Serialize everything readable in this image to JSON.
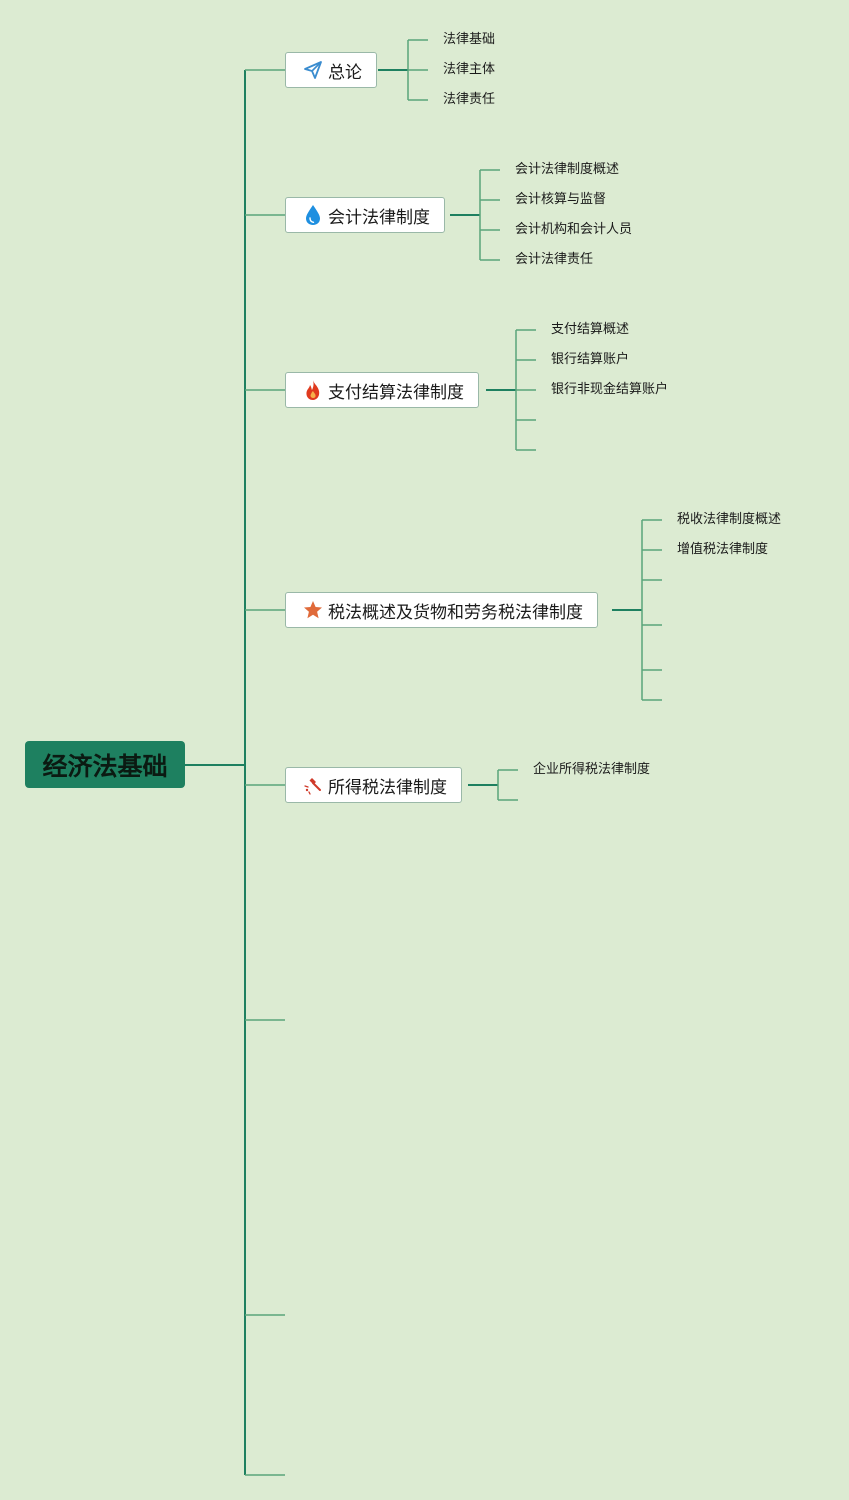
{
  "root": {
    "label": "经济法基础"
  },
  "colors": {
    "background": "#dcebd2",
    "root_fill": "#1e8060",
    "main_line": "#1e8060",
    "branch_line": "#5aa57a",
    "send_icon": "#3a8ccf",
    "drop_icon": "#1e8fe0",
    "fire_icon": "#e03a1e",
    "star_icon": "#e06a3a",
    "hammer_icon": "#d03a2a"
  },
  "topics": [
    {
      "label": "总论",
      "icon": "paper-plane-icon",
      "children": [
        "法律基础",
        "法律主体",
        "法律责任"
      ]
    },
    {
      "label": "会计法律制度",
      "icon": "water-drop-icon",
      "children": [
        "会计法律制度概述",
        "会计核算与监督",
        "会计机构和会计人员",
        "会计法律责任"
      ]
    },
    {
      "label": "支付结算法律制度",
      "icon": "fire-icon",
      "children": [
        "支付结算概述",
        "银行结算账户",
        "银行非现金结算账户",
        "",
        ""
      ]
    },
    {
      "label": "税法概述及货物和劳务税法律制度",
      "icon": "star-icon",
      "children": [
        "税收法律制度概述",
        "增值税法律制度",
        "",
        "",
        "",
        ""
      ]
    },
    {
      "label": "所得税法律制度",
      "icon": "hammer-icon",
      "children": [
        "企业所得税法律制度",
        ""
      ]
    },
    {
      "label": "",
      "icon": "",
      "children": []
    },
    {
      "label": "",
      "icon": "",
      "children": []
    },
    {
      "label": "",
      "icon": "",
      "children": []
    }
  ]
}
